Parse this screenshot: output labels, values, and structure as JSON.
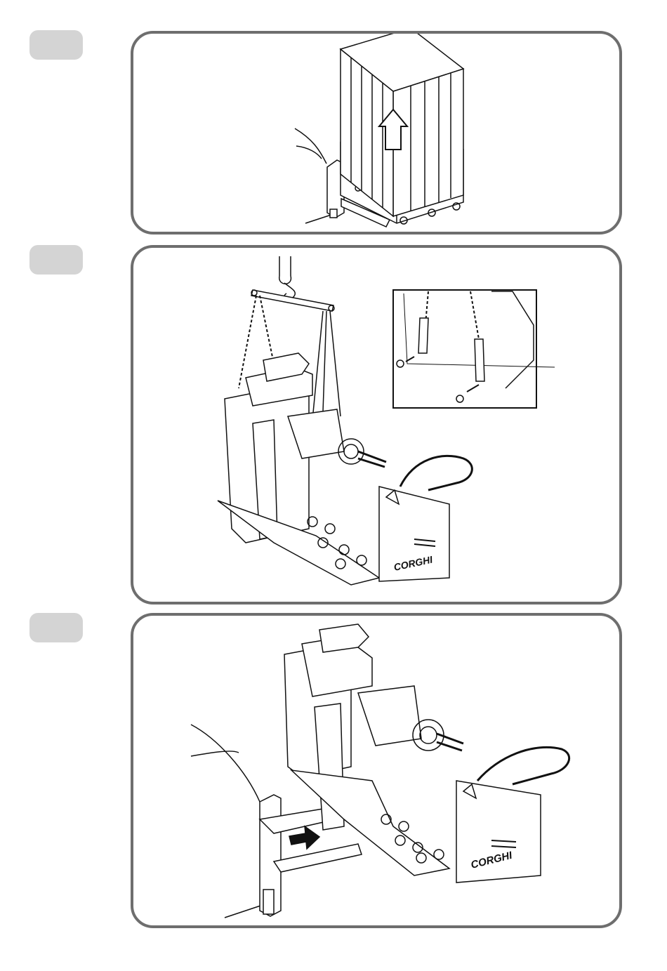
{
  "steps": [
    {
      "name": "step-1",
      "illustration": "forklift-lifting-crated-machine"
    },
    {
      "name": "step-2",
      "illustration": "crane-lifting-machine-with-chains"
    },
    {
      "name": "step-3",
      "illustration": "forklift-moving-uncrated-machine"
    }
  ],
  "brand": {
    "logo_text": "CORGHI"
  },
  "colors": {
    "frame": "#6e6e6e",
    "tab": "#d4d4d4",
    "line": "#111111"
  }
}
